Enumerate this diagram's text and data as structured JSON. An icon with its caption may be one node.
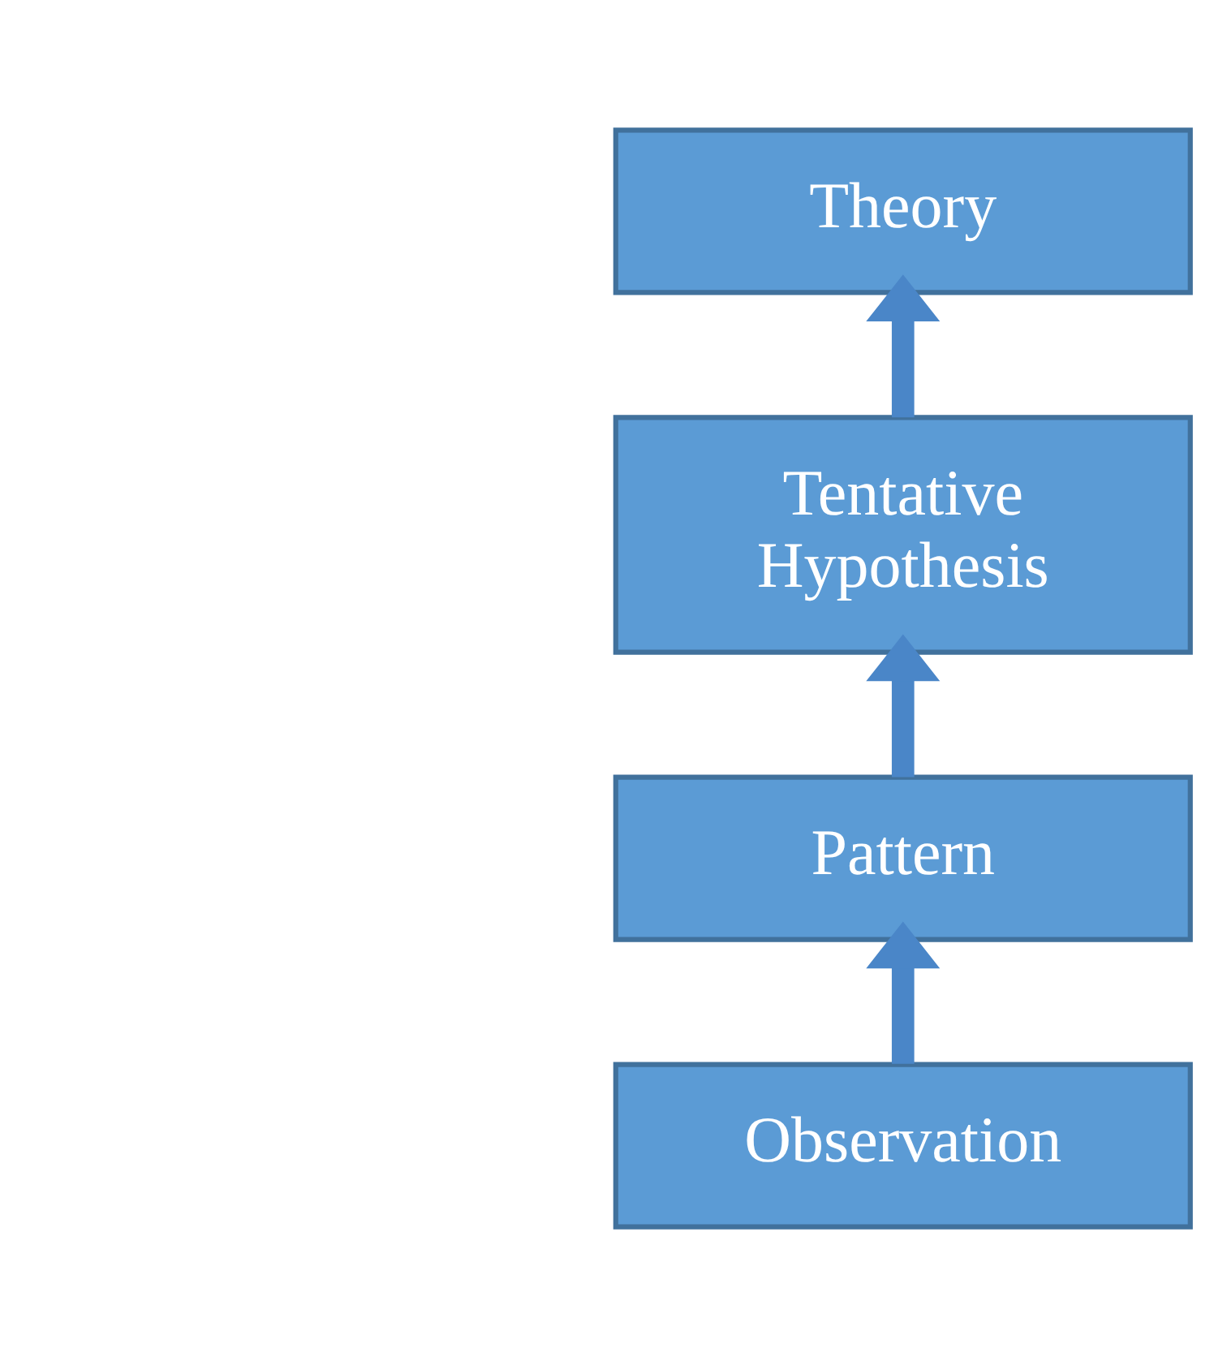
{
  "diagram": {
    "nodes": [
      {
        "text": [
          "Observation"
        ]
      },
      {
        "text": [
          "Pattern"
        ]
      },
      {
        "text": [
          "Tentative Hypothesis"
        ]
      },
      {
        "text": [
          "Theory"
        ]
      }
    ],
    "edges": [
      {
        "from": 0,
        "to": 1,
        "arrow": "to"
      },
      {
        "from": 1,
        "to": 2,
        "arrow": "to"
      },
      {
        "from": 2,
        "to": 3,
        "arrow": "to"
      }
    ]
  }
}
